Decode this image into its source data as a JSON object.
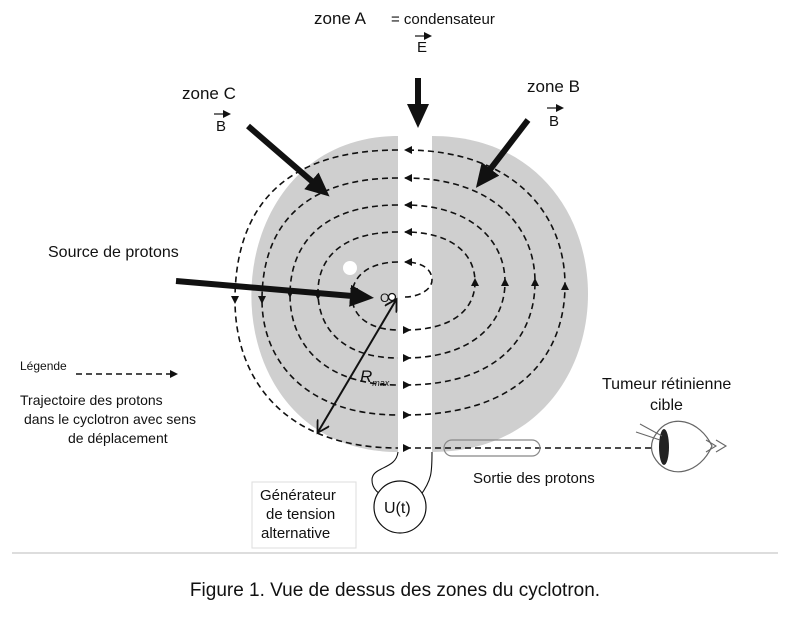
{
  "zoneA": {
    "name": "zone A",
    "equals": "= condensateur",
    "field": "E"
  },
  "zoneB": {
    "name": "zone B",
    "field": "B"
  },
  "zoneC": {
    "name": "zone C",
    "field": "B"
  },
  "source_label": "Source de protons",
  "center_label": "O",
  "radius_label": "R",
  "radius_subscript": "max",
  "legend": {
    "title": "Légende",
    "lines": [
      "Trajectoire des protons",
      "dans le cyclotron avec sens",
      "de déplacement"
    ]
  },
  "generator": {
    "lines": [
      "Générateur",
      "de tension",
      "alternative"
    ],
    "symbol": "U(t)"
  },
  "exit_label": "Sortie des protons",
  "target_label": [
    "Tumeur rétinienne",
    "cible"
  ],
  "caption": "Figure 1. Vue de dessus des zones du cyclotron.",
  "colors": {
    "dee_fill": "#cfcfcf",
    "ink": "#111111"
  }
}
